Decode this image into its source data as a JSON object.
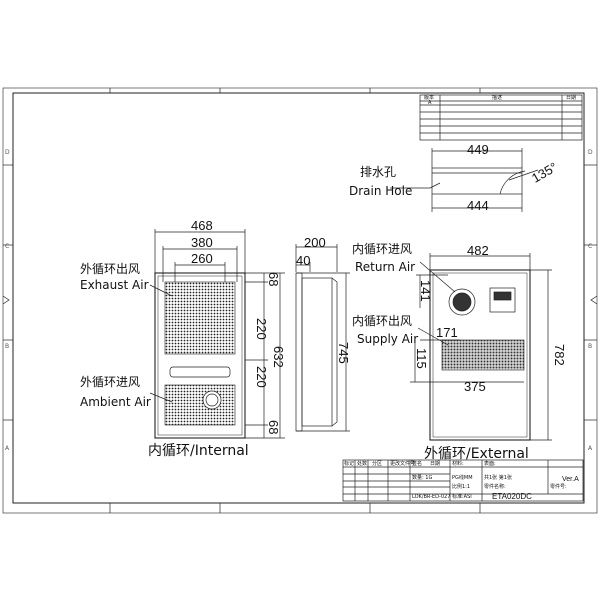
{
  "revision_table": {
    "col1": "版本",
    "col1_sub": "A",
    "col2": "描述",
    "col3": "日期"
  },
  "drain_view": {
    "top_dim": "449",
    "bottom_dim": "444",
    "angle": "135°",
    "label_cn": "排水孔",
    "label_en": "Drain Hole"
  },
  "internal_view": {
    "dim_width": "468",
    "dim_380": "380",
    "dim_260": "260",
    "exhaust_cn": "外循环出风",
    "exhaust_en": "Exhaust Air",
    "ambient_cn": "外循环进风",
    "ambient_en": "Ambient Air",
    "dim_68_top": "68",
    "dim_220_a": "220",
    "dim_220_b": "220",
    "dim_632": "632",
    "dim_68_bottom": "68",
    "caption": "内循环/Internal"
  },
  "side_view": {
    "dim_200": "200",
    "dim_40": "40",
    "dim_745": "745"
  },
  "external_view": {
    "return_cn": "内循环进风",
    "return_en": "Return Air",
    "supply_cn": "内循环出风",
    "supply_en": "Supply Air",
    "dim_482": "482",
    "dim_141": "141",
    "dim_171": "171",
    "dim_115": "115",
    "dim_375": "375",
    "dim_782": "782",
    "caption": "外循环/External"
  },
  "title_block": {
    "r1": [
      "标记",
      "处数",
      "分区",
      "更改文件号",
      "签名",
      "日期"
    ],
    "material": "材料:",
    "surface": "表面:",
    "qty": "数量: 1G",
    "label_r2": "PG线MM",
    "scale": "比例1:1",
    "sheet": "共1张 第1张",
    "drawing_no": "LOK/BR-ED-027",
    "standard": "标准:ASI",
    "part_name": "零件名称:",
    "part_no": "ETA020DC",
    "code": "零件号:",
    "ver": "Ver.A"
  },
  "edge_marks": {
    "left": [
      "D",
      "C",
      "B",
      "A"
    ],
    "right": [
      "D",
      "C",
      "B",
      "A"
    ]
  }
}
